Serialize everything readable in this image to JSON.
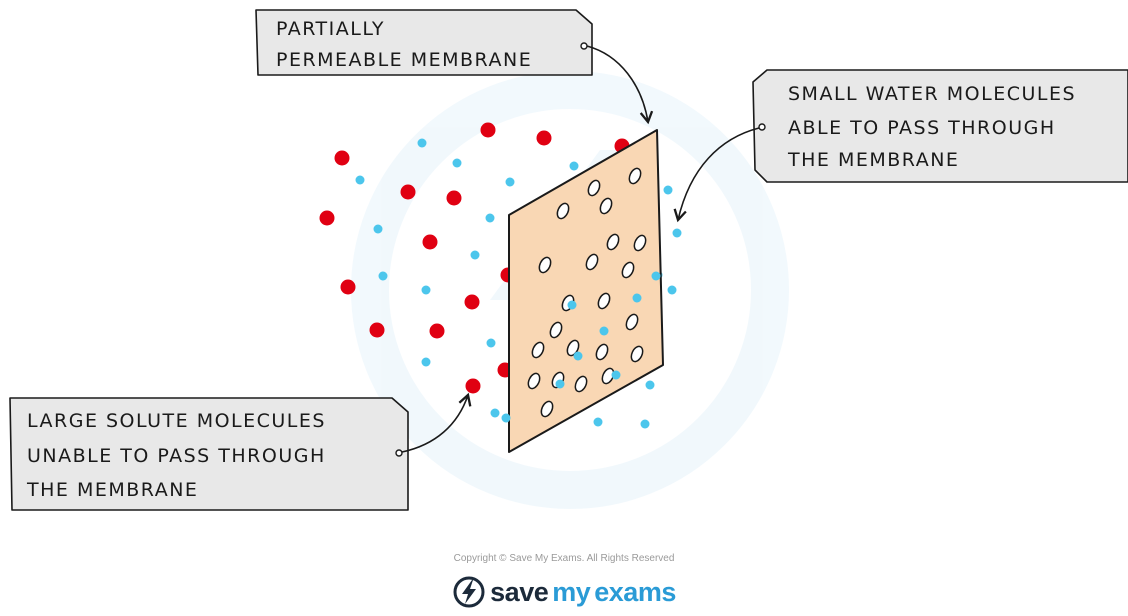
{
  "labels": {
    "membrane": {
      "line1": "PARTIALLY",
      "line2": "PERMEABLE  MEMBRANE"
    },
    "water": {
      "line1": "SMALL  WATER  MOLECULES",
      "line2": "ABLE  TO  PASS  THROUGH",
      "line3": "THE  MEMBRANE"
    },
    "solute": {
      "line1": "LARGE  SOLUTE  MOLECULES",
      "line2": "UNABLE  TO  PASS  THROUGH",
      "line3": "THE  MEMBRANE"
    }
  },
  "footer": {
    "copyright": "Copyright © Save My Exams. All Rights Reserved",
    "brand_part1": "save",
    "brand_part2": "my",
    "brand_part3": "exams"
  },
  "colors": {
    "solute": "#e00012",
    "water": "#4cc6ec",
    "membrane_fill": "#f9d7b4",
    "label_box": "#e8e8e8",
    "brand_dark": "#1c2a3a",
    "brand_blue": "#2a9bd6"
  },
  "icons": {
    "logo": "lightning-bolt-icon"
  }
}
